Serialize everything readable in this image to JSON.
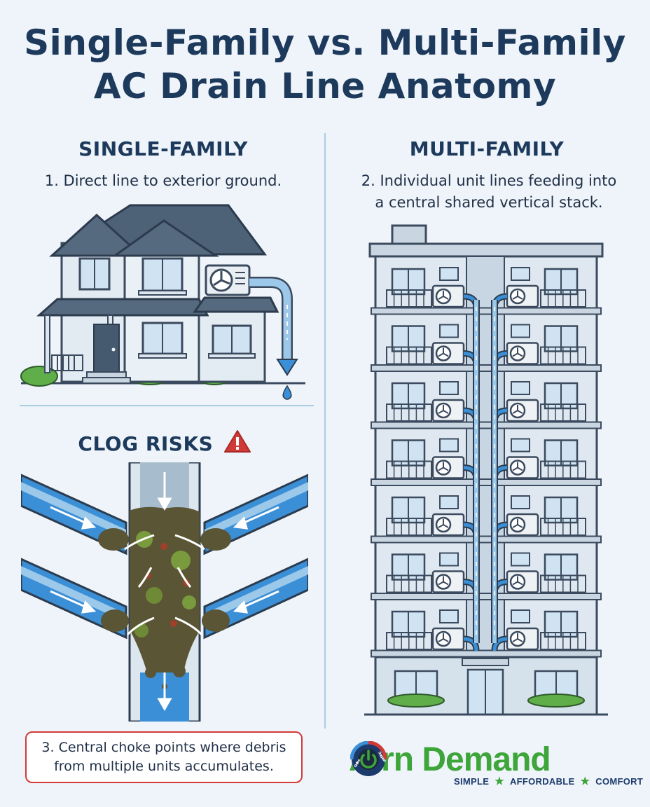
{
  "title": {
    "line1": "Single-Family vs. Multi-Family",
    "line2": "AC Drain Line Anatomy"
  },
  "single_family": {
    "heading": "SINGLE-FAMILY",
    "description": "1. Direct line to exterior ground."
  },
  "multi_family": {
    "heading": "MULTI-FAMILY",
    "description_line1": "2. Individual unit lines feeding into",
    "description_line2": "a central shared vertical stack."
  },
  "clog": {
    "heading": "CLOG RISKS",
    "icon": "warning-triangle-icon",
    "note_line1": "3. Central choke points where debris",
    "note_line2": "from multiple units accumulates."
  },
  "logo": {
    "word_left": "Air",
    "word_right": "n Demand",
    "ring_text_left": "Online",
    "ring_text_right": "Support",
    "tagline": [
      "SIMPLE",
      "AFFORDABLE",
      "COMFORT"
    ]
  },
  "colors": {
    "title": "#1d3a5c",
    "water": "#3b8fd6",
    "pipe": "#9cc8ea",
    "debris": "#5a5535",
    "moss": "#7a9a3e",
    "warning": "#d13a37",
    "brand_green": "#3ea53a",
    "brand_navy": "#1d3a6c"
  }
}
